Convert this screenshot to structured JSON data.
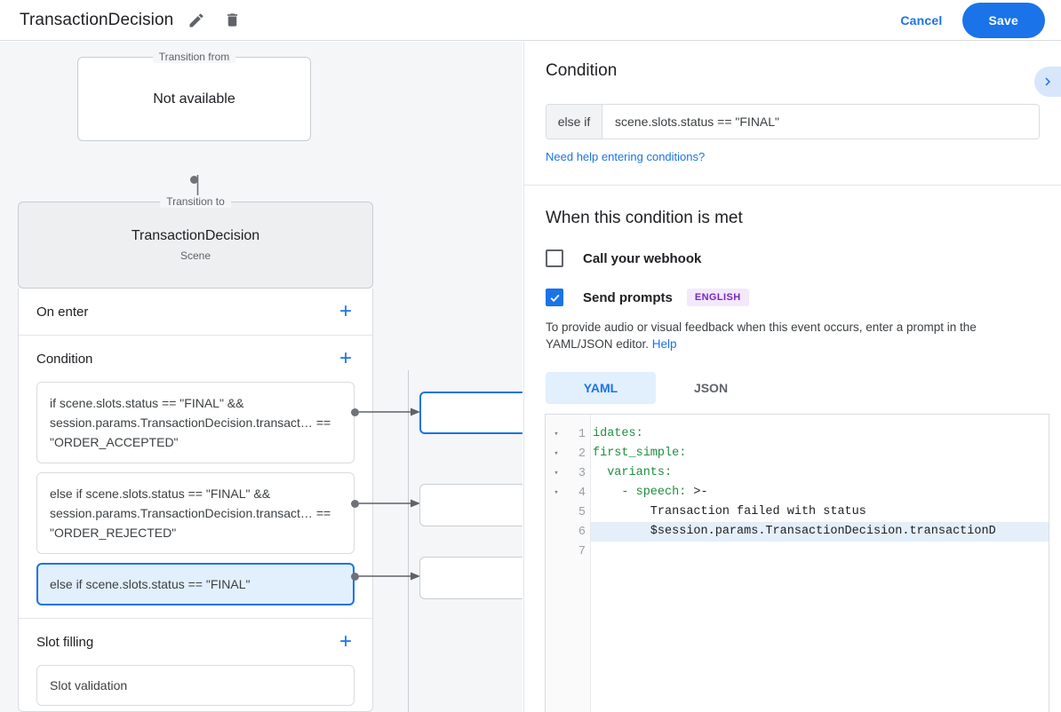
{
  "topbar": {
    "title": "TransactionDecision",
    "edit_icon": "pencil-icon",
    "delete_icon": "trash-icon",
    "cancel_label": "Cancel",
    "save_label": "Save",
    "accent_color": "#1a73e8"
  },
  "canvas": {
    "transition_from": {
      "legend": "Transition from",
      "value": "Not available"
    },
    "transition_to": {
      "legend": "Transition to",
      "name": "TransactionDecision",
      "type": "Scene"
    },
    "sections": {
      "on_enter": {
        "label": "On enter",
        "add_label": "+"
      },
      "condition": {
        "label": "Condition",
        "add_label": "+"
      },
      "slot_filling": {
        "label": "Slot filling",
        "add_label": "+"
      }
    },
    "conditions": [
      {
        "text": "if scene.slots.status == \"FINAL\" && session.params.TransactionDecision.transact… == \"ORDER_ACCEPTED\"",
        "selected": false
      },
      {
        "text": "else if scene.slots.status == \"FINAL\" && session.params.TransactionDecision.transact… == \"ORDER_REJECTED\"",
        "selected": false
      },
      {
        "text": "else if scene.slots.status == \"FINAL\"",
        "selected": true
      }
    ],
    "slot_filling_items": [
      {
        "text": "Slot validation"
      }
    ]
  },
  "panel": {
    "title": "Condition",
    "collapse_icon": "chevron-right-icon",
    "condition_field": {
      "prefix": "else if",
      "value": "scene.slots.status == \"FINAL\"",
      "placeholder": "Enter a condition"
    },
    "help_conditions_link": "Need help entering conditions?",
    "when_met_title": "When this condition is met",
    "webhook": {
      "label": "Call your webhook",
      "checked": false
    },
    "send_prompts": {
      "label": "Send prompts",
      "checked": true,
      "badge": "ENGLISH"
    },
    "description_text": "To provide audio or visual feedback when this event occurs, enter a prompt in the YAML/JSON editor. ",
    "description_link": "Help",
    "tabs": [
      {
        "label": "YAML",
        "active": true
      },
      {
        "label": "JSON",
        "active": false
      }
    ],
    "editor": {
      "lines": [
        {
          "num": "1",
          "fold": "▾",
          "text": "idates:",
          "key": "idates:",
          "rest": "",
          "highlight": false
        },
        {
          "num": "2",
          "fold": "▾",
          "text": "first_simple:",
          "key": "first_simple:",
          "rest": "",
          "highlight": false
        },
        {
          "num": "3",
          "fold": "▾",
          "text": "  variants:",
          "key": "  variants:",
          "rest": "",
          "highlight": false
        },
        {
          "num": "4",
          "fold": "▾",
          "text": "    - speech: >-",
          "key": "    - speech:",
          "rest": " >-",
          "highlight": false
        },
        {
          "num": "5",
          "fold": "",
          "text": "        Transaction failed with status",
          "key": "",
          "rest": "        Transaction failed with status",
          "highlight": false
        },
        {
          "num": "6",
          "fold": "",
          "text": "        $session.params.TransactionDecision.transactionD",
          "key": "",
          "rest": "        $session.params.TransactionDecision.transactionD",
          "highlight": true
        },
        {
          "num": "7",
          "fold": "",
          "text": "",
          "key": "",
          "rest": "",
          "highlight": false
        }
      ]
    }
  }
}
